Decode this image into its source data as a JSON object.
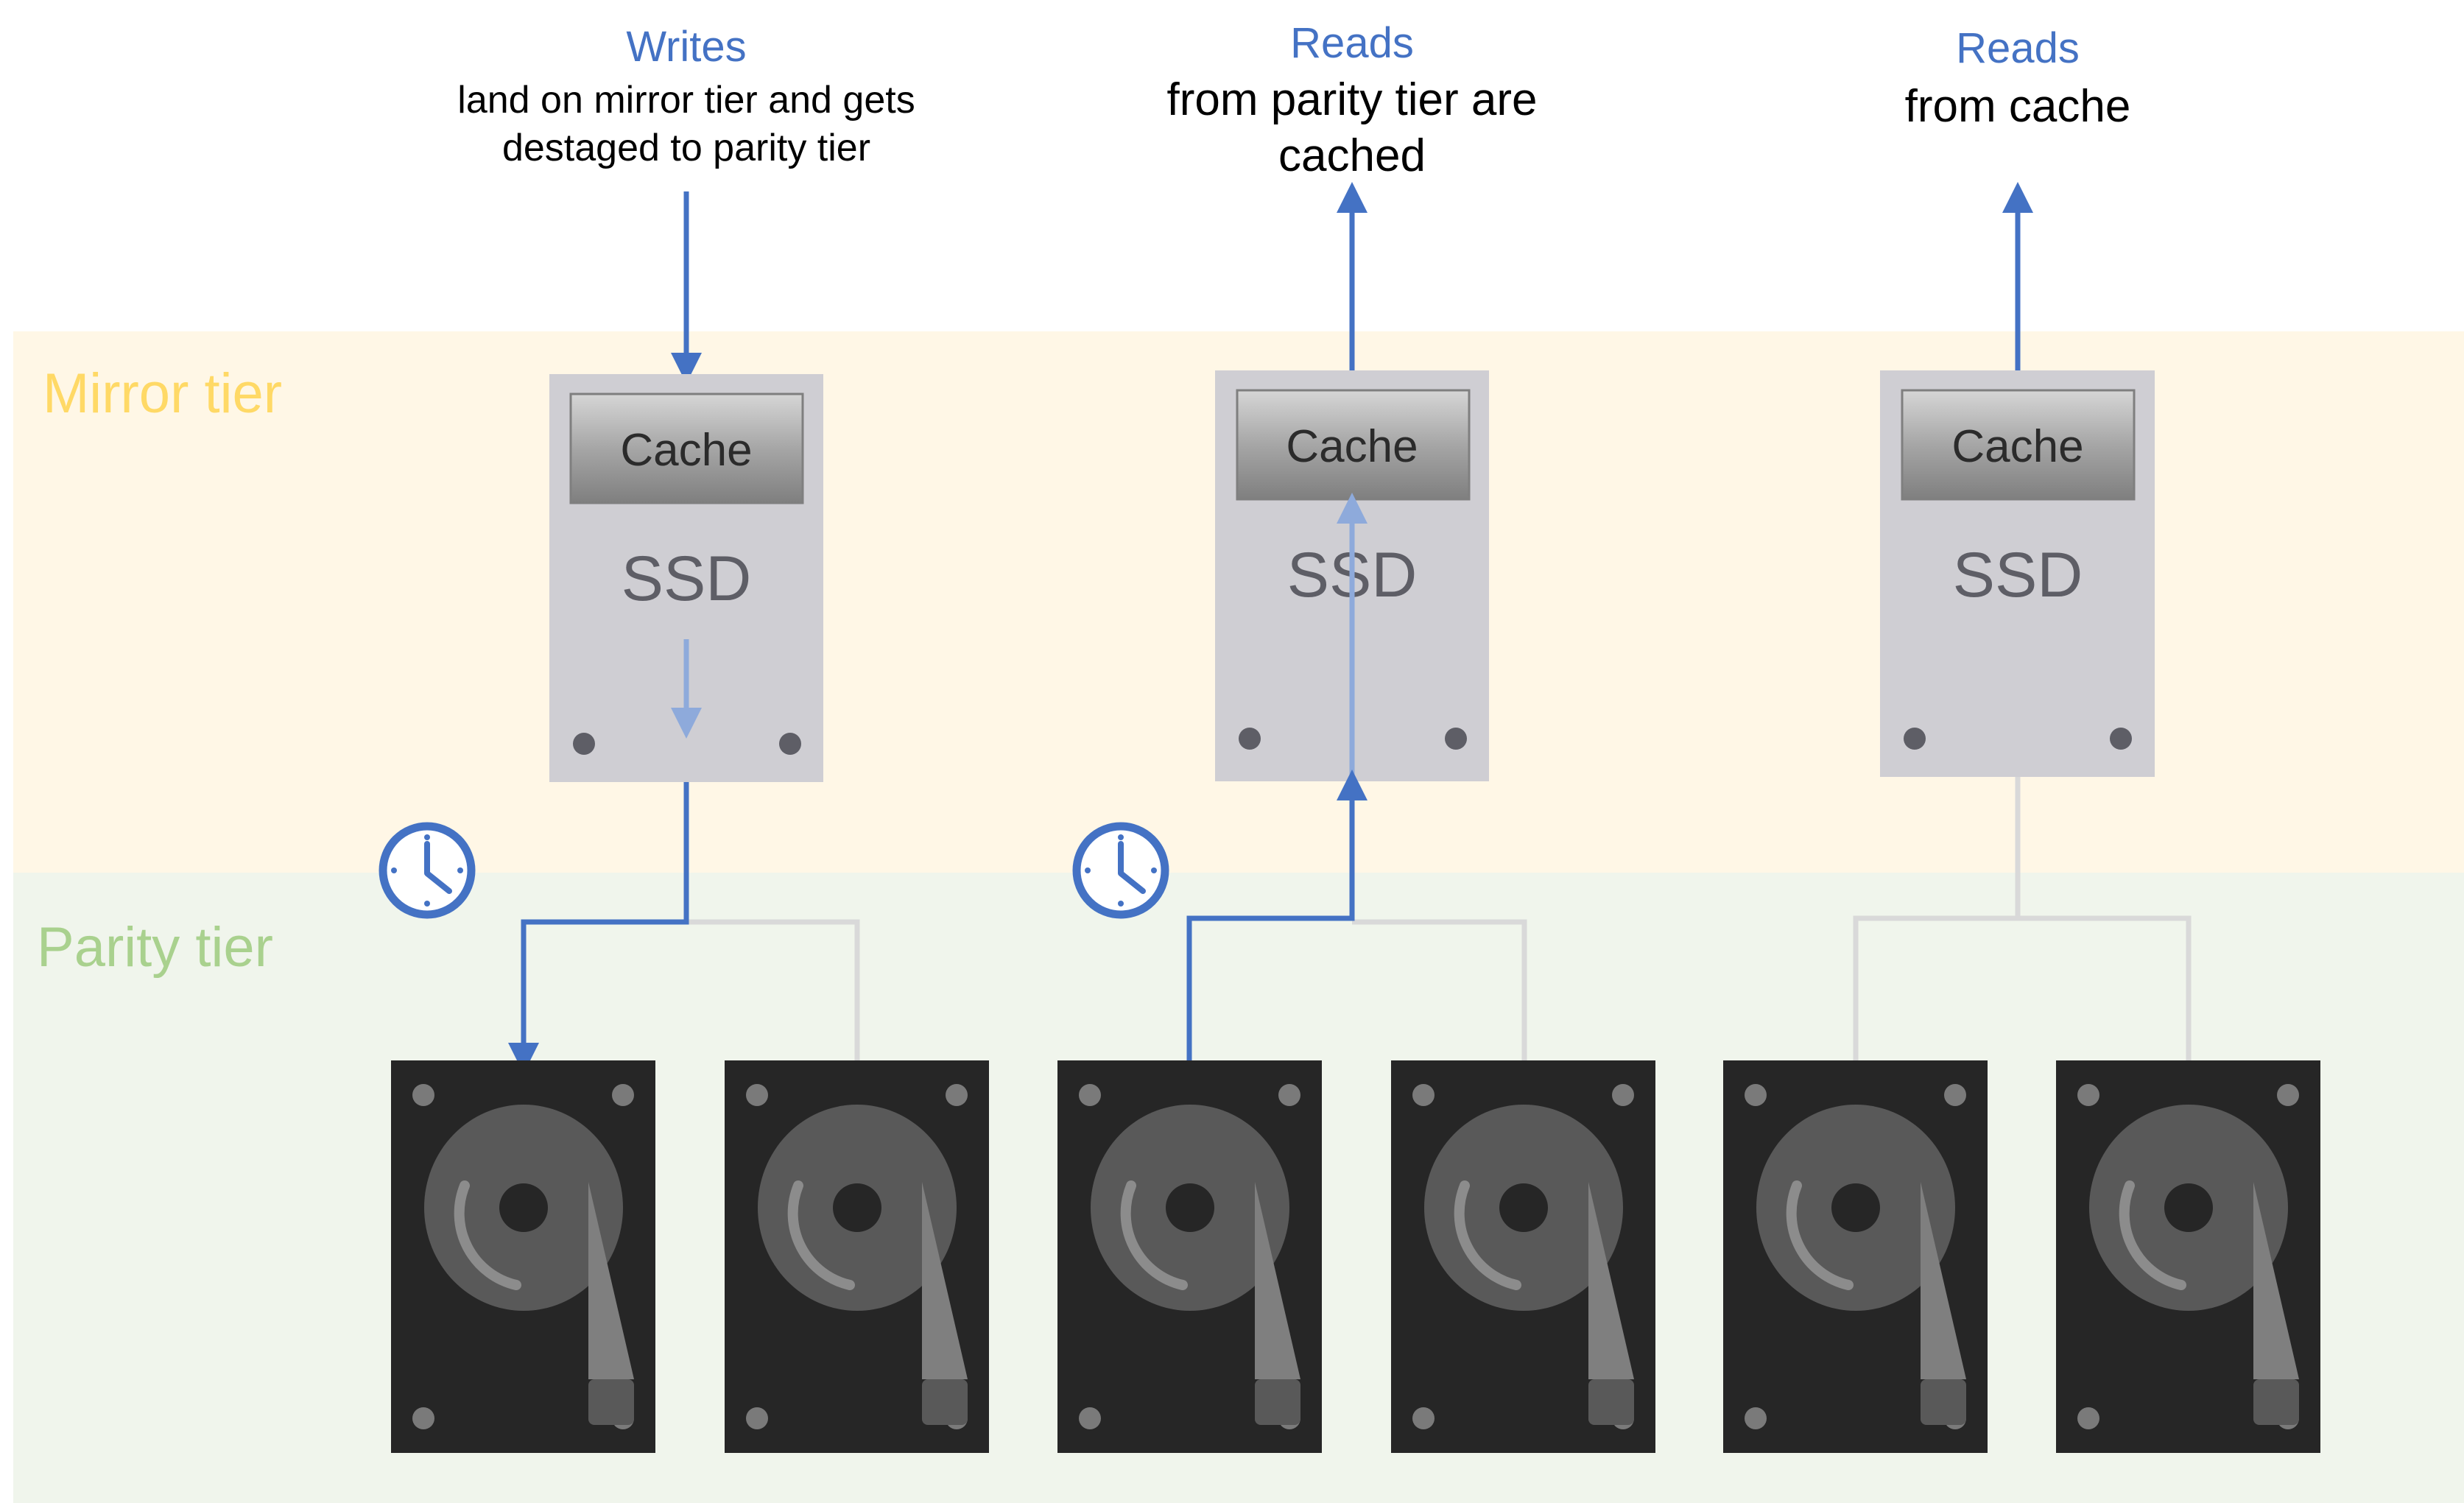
{
  "tiers": {
    "mirror": {
      "label": "Mirror tier",
      "bg": "#fff7e6",
      "text_color": "#ffd966"
    },
    "parity": {
      "label": "Parity tier",
      "bg": "#f0f5ec",
      "text_color": "#a9d18e"
    }
  },
  "columns": [
    {
      "heading": "Writes",
      "lines": [
        "land on mirror tier and gets",
        "destaged to parity tier"
      ]
    },
    {
      "heading": "Reads",
      "lines": [
        "from parity tier are",
        "cached"
      ]
    },
    {
      "heading": "Reads",
      "lines": [
        "from cache"
      ]
    }
  ],
  "ssd": {
    "cache_label": "Cache",
    "label": "SSD"
  },
  "colors": {
    "accent": "#4472c4",
    "accent_light": "#8eaadb",
    "connector_gray": "#d9d9d9",
    "ssd_body": "#cfced3",
    "ssd_text": "#5e5e66",
    "hdd_body": "#262626",
    "hdd_platter": "#595959"
  },
  "icons": {
    "clock": "clock-icon",
    "hdd": "hard-drive-icon",
    "ssd": "ssd-icon"
  }
}
